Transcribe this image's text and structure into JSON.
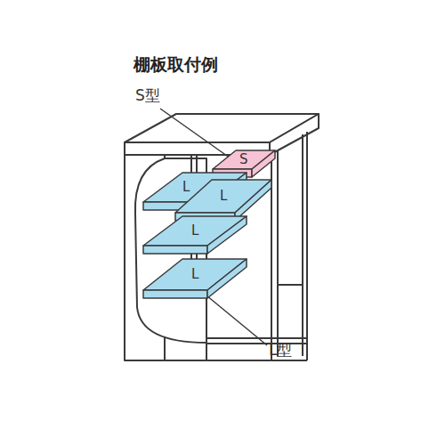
{
  "diagram": {
    "title": "棚板取付例",
    "nodes": [
      {
        "text": [
          "S"
        ]
      },
      {
        "text": [
          "L"
        ]
      },
      {
        "text": [
          "L"
        ]
      },
      {
        "text": [
          "L"
        ]
      },
      {
        "text": [
          "L"
        ]
      }
    ],
    "labels": [
      "S型",
      "L型"
    ]
  }
}
